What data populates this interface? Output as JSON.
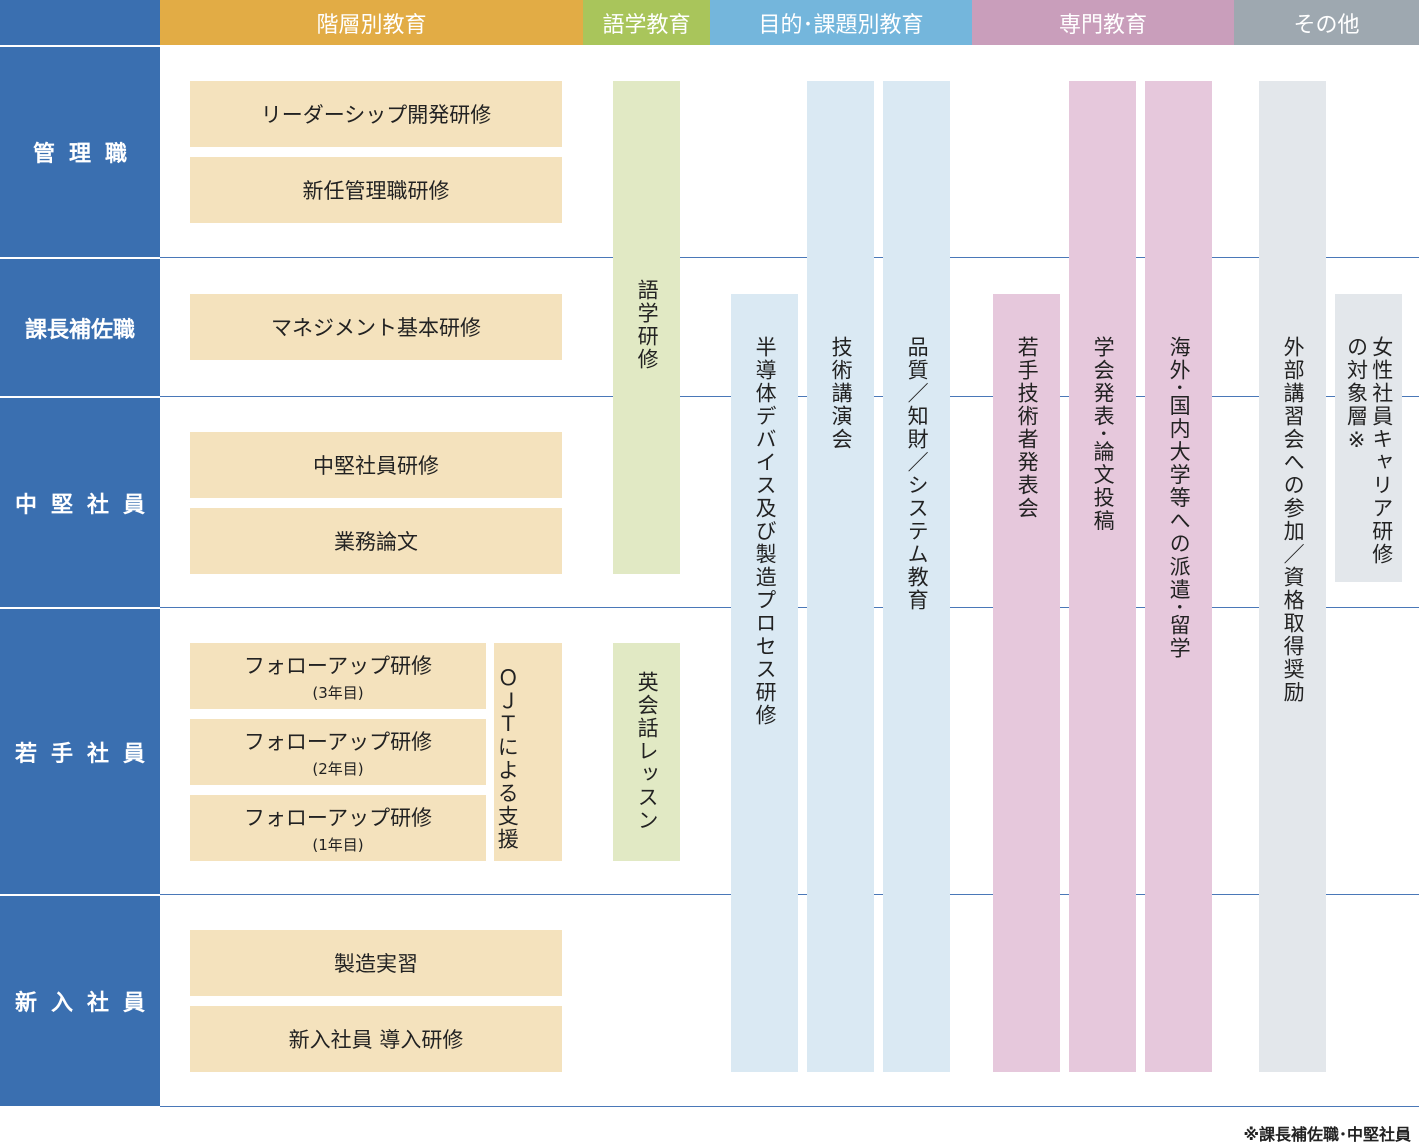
{
  "headers": {
    "kaisou": "階層別教育",
    "gogaku": "語学教育",
    "mokuteki": "目的･課題別教育",
    "senmon": "専門教育",
    "sonota": "その他"
  },
  "levels": {
    "kanri": "管理職",
    "kachou_hosa": "課長補佐職",
    "chuken": "中堅社員",
    "wakate": "若手社員",
    "shinnyu": "新入社員"
  },
  "programs": {
    "leadership": "リーダーシップ開発研修",
    "shinnin_kanri": "新任管理職研修",
    "management": "マネジメント基本研修",
    "chuken_kenshu": "中堅社員研修",
    "gyomu_ronbun": "業務論文",
    "follow3": "フォローアップ研修",
    "follow3_sub": "(3年目)",
    "follow2": "フォローアップ研修",
    "follow2_sub": "(2年目)",
    "follow1": "フォローアップ研修",
    "follow1_sub": "(1年目)",
    "ojt": "ＯＪＴによる支援",
    "seizou_jisshu": "製造実習",
    "dounyu": "新入社員 導入研修"
  },
  "bars": {
    "gogaku_kenshu": "語学研修",
    "eikaiwa": "英会話レッスン",
    "handotai": "半導体デバイス及び製造プロセス研修",
    "gijutsu_kouen": "技術講演会",
    "hinshitsu": "品質／知財／システム教育",
    "wakate_gijutsu": "若手技術者発表会",
    "gakkai": "学会発表･論文投稿",
    "kaigai": "海外･国内大学等への派遣･留学",
    "gaibu": "外部講習会への参加／資格取得奨励",
    "josei": "女性社員キャリア研修の対象層※"
  },
  "footnote": "※課長補佐職･中堅社員",
  "colors": {
    "level_bg": "#3a6fb0",
    "header_kaisou": "#e2ac45",
    "header_gogaku": "#a9c55b",
    "header_mokuteki": "#74b6dc",
    "header_senmon": "#c99ebb",
    "header_sonota": "#9ea8b0",
    "program_box": "#f4e2bd",
    "bar_green": "#e1e9c4",
    "bar_blue": "#dae9f3",
    "bar_pink": "#e6c8dc",
    "bar_gray": "#e3e7eb"
  }
}
